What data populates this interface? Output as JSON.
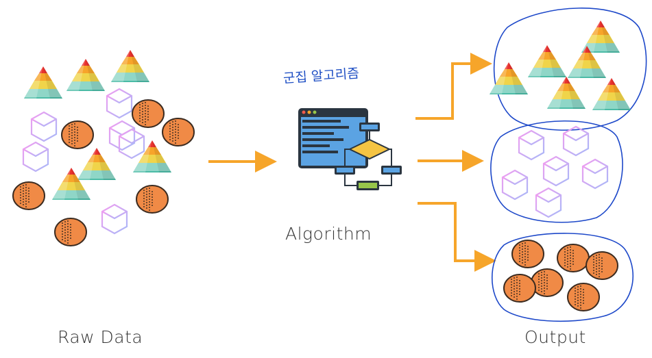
{
  "labels": {
    "raw_data": "Raw Data",
    "algorithm": "Algorithm",
    "output": "Output",
    "handwritten_note": "군집 알고리즘"
  },
  "shapes": [
    "pyramid",
    "cube",
    "coin"
  ],
  "colors": {
    "arrow": "#f6a52a",
    "cluster_outline": "#1d48c9",
    "coin_fill": "#f08a46",
    "coin_stroke": "#3b2b20",
    "cube_pink": "#f19cf0",
    "cube_blue": "#a7b8f8",
    "pyramid_red": "#e8322e",
    "pyramid_orange": "#f7a42a",
    "pyramid_teal": "#4bbba6",
    "pyramid_mint": "#8fd6c7",
    "window_blue": "#5ba3e3",
    "window_dark": "#2a3540",
    "node_yellow": "#f5c443",
    "node_green": "#97c64a"
  }
}
